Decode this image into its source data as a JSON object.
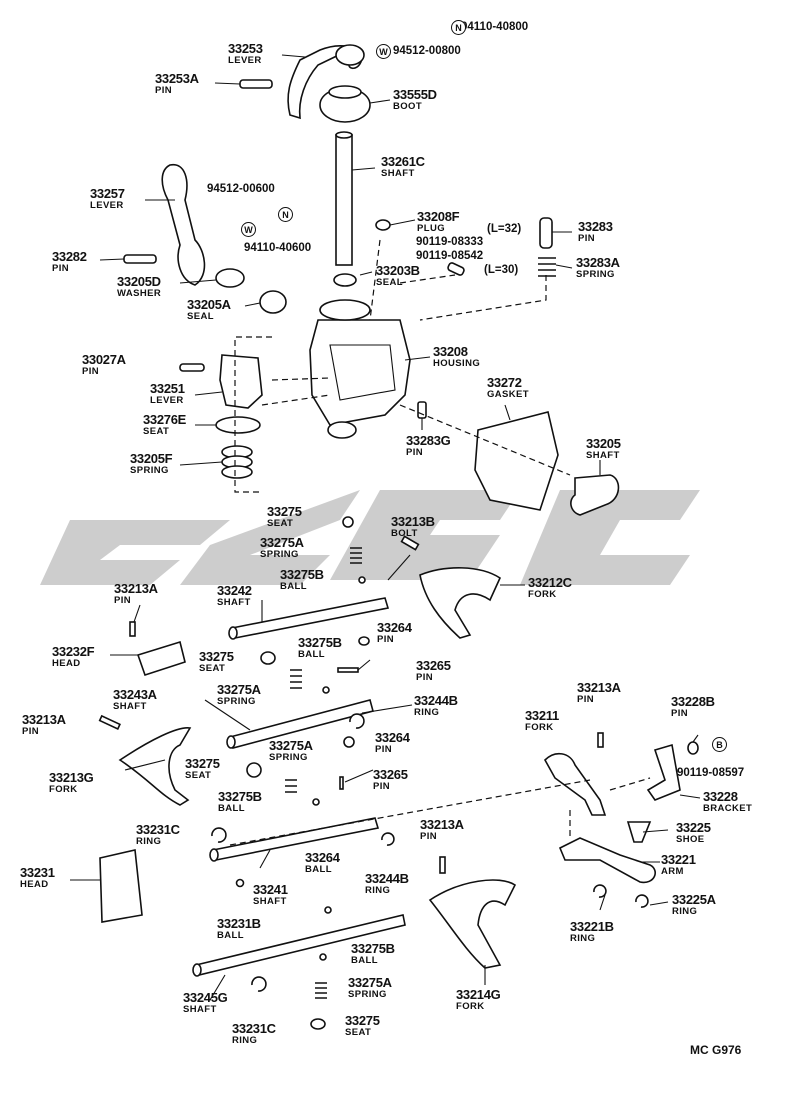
{
  "parts": [
    {
      "id": "p1",
      "number": "33253",
      "name": "LEVER"
    },
    {
      "id": "p2",
      "number": "33253A",
      "name": "PIN"
    },
    {
      "id": "p3",
      "number": "33555D",
      "name": "BOOT"
    },
    {
      "id": "p4",
      "number": "33261C",
      "name": "SHAFT"
    },
    {
      "id": "p5",
      "number": "33257",
      "name": "LEVER"
    },
    {
      "id": "p6",
      "number": "33282",
      "name": "PIN"
    },
    {
      "id": "p7",
      "number": "33205D",
      "name": "WASHER"
    },
    {
      "id": "p8",
      "number": "33205A",
      "name": "SEAL"
    },
    {
      "id": "p9",
      "number": "33208F",
      "name": "PLUG"
    },
    {
      "id": "p10",
      "number": "33283",
      "name": "PIN"
    },
    {
      "id": "p11",
      "number": "33203B",
      "name": "SEAL"
    },
    {
      "id": "p12",
      "number": "33283A",
      "name": "SPRING"
    },
    {
      "id": "p13",
      "number": "33027A",
      "name": "PIN"
    },
    {
      "id": "p14",
      "number": "33208",
      "name": "HOUSING"
    },
    {
      "id": "p15",
      "number": "33251",
      "name": "LEVER"
    },
    {
      "id": "p16",
      "number": "33272",
      "name": "GASKET"
    },
    {
      "id": "p17",
      "number": "33276E",
      "name": "SEAT"
    },
    {
      "id": "p18",
      "number": "33283G",
      "name": "PIN"
    },
    {
      "id": "p19",
      "number": "33205",
      "name": "SHAFT"
    },
    {
      "id": "p20",
      "number": "33205F",
      "name": "SPRING"
    },
    {
      "id": "p21",
      "number": "33275",
      "name": "SEAT"
    },
    {
      "id": "p22",
      "number": "33213B",
      "name": "BOLT"
    },
    {
      "id": "p23",
      "number": "33275A",
      "name": "SPRING"
    },
    {
      "id": "p24",
      "number": "33275B",
      "name": "BALL"
    },
    {
      "id": "p25",
      "number": "33212C",
      "name": "FORK"
    },
    {
      "id": "p26",
      "number": "33242",
      "name": "SHAFT"
    },
    {
      "id": "p27",
      "number": "33213A",
      "name": "PIN"
    },
    {
      "id": "p28",
      "number": "33264",
      "name": "PIN"
    },
    {
      "id": "p29",
      "number": "33232F",
      "name": "HEAD"
    },
    {
      "id": "p30",
      "number": "33275B",
      "name": "BALL"
    },
    {
      "id": "p31",
      "number": "33275",
      "name": "SEAT"
    },
    {
      "id": "p32",
      "number": "33265",
      "name": "PIN"
    },
    {
      "id": "p33",
      "number": "33213A",
      "name": "PIN"
    },
    {
      "id": "p34",
      "number": "33275A",
      "name": "SPRING"
    },
    {
      "id": "p35",
      "number": "33228B",
      "name": "PIN"
    },
    {
      "id": "p36",
      "number": "33243A",
      "name": "SHAFT"
    },
    {
      "id": "p37",
      "number": "33244B",
      "name": "RING"
    },
    {
      "id": "p38",
      "number": "33211",
      "name": "FORK"
    },
    {
      "id": "p39",
      "number": "33213A",
      "name": "PIN"
    },
    {
      "id": "p40",
      "number": "33264",
      "name": "PIN"
    },
    {
      "id": "p41",
      "number": "33275A",
      "name": "SPRING"
    },
    {
      "id": "p42",
      "number": "33275",
      "name": "SEAT"
    },
    {
      "id": "p43",
      "number": "33265",
      "name": "PIN"
    },
    {
      "id": "p44",
      "number": "33213G",
      "name": "FORK"
    },
    {
      "id": "p45",
      "number": "33275B",
      "name": "BALL"
    },
    {
      "id": "p46",
      "number": "33228",
      "name": "BRACKET"
    },
    {
      "id": "p47",
      "number": "33225",
      "name": "SHOE"
    },
    {
      "id": "p48",
      "number": "33231C",
      "name": "RING"
    },
    {
      "id": "p49",
      "number": "33213A",
      "name": "PIN"
    },
    {
      "id": "p50",
      "number": "33264",
      "name": "BALL"
    },
    {
      "id": "p51",
      "number": "33221",
      "name": "ARM"
    },
    {
      "id": "p52",
      "number": "33231",
      "name": "HEAD"
    },
    {
      "id": "p53",
      "number": "33241",
      "name": "SHAFT"
    },
    {
      "id": "p54",
      "number": "33244B",
      "name": "RING"
    },
    {
      "id": "p55",
      "number": "33225A",
      "name": "RING"
    },
    {
      "id": "p56",
      "number": "33231B",
      "name": "BALL"
    },
    {
      "id": "p57",
      "number": "33221B",
      "name": "RING"
    },
    {
      "id": "p58",
      "number": "33275B",
      "name": "BALL"
    },
    {
      "id": "p59",
      "number": "33245G",
      "name": "SHAFT"
    },
    {
      "id": "p60",
      "number": "33275A",
      "name": "SPRING"
    },
    {
      "id": "p61",
      "number": "33214G",
      "name": "FORK"
    },
    {
      "id": "p62",
      "number": "33231C",
      "name": "RING"
    },
    {
      "id": "p63",
      "number": "33275",
      "name": "SEAT"
    }
  ],
  "codes": [
    {
      "id": "c1",
      "text": "94110-40800"
    },
    {
      "id": "c2",
      "text": "94512-00800"
    },
    {
      "id": "c3",
      "text": "94512-00600"
    },
    {
      "id": "c4",
      "text": "94110-40600"
    },
    {
      "id": "c5",
      "text": "(L=32)"
    },
    {
      "id": "c6",
      "text": "90119-08333"
    },
    {
      "id": "c7",
      "text": "90119-08542"
    },
    {
      "id": "c8",
      "text": "(L=30)"
    },
    {
      "id": "c9",
      "text": "90119-08597"
    }
  ],
  "badges": [
    {
      "id": "b1",
      "letter": "N"
    },
    {
      "id": "b2",
      "letter": "W"
    },
    {
      "id": "b3",
      "letter": "W"
    },
    {
      "id": "b4",
      "letter": "N"
    },
    {
      "id": "b5",
      "letter": "B"
    }
  ],
  "footer": "MC  G976",
  "colors": {
    "ink": "#111111",
    "watermark": "#c8c8c8",
    "background": "#ffffff"
  }
}
